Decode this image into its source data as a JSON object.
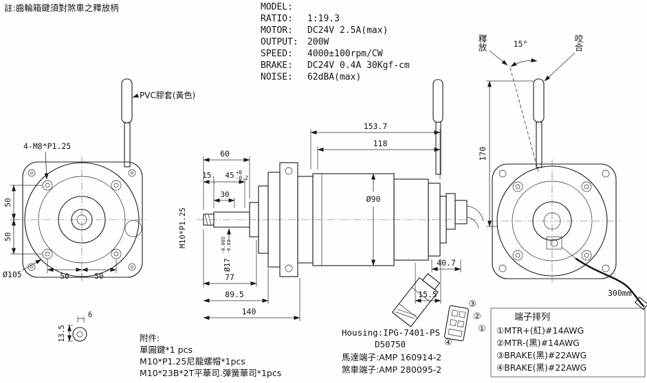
{
  "note": "註:齒輪箱鍵須對煞車之釋放柄",
  "specs": {
    "model_label": "MODEL:",
    "model_value": "",
    "ratio_label": "RATIO:",
    "ratio_value": "1:19.3",
    "motor_label": "MOTOR:",
    "motor_value": "DC24V 2.5A(max)",
    "output_label": "OUTPUT:",
    "output_value": "200W",
    "speed_label": "SPEED:",
    "speed_value": "4000±100rpm/CW",
    "brake_label": "BRAKE:",
    "brake_value": "DC24V 0.4A 30Kgf-cm",
    "noise_label": "NOISE:",
    "noise_value": "62dBA(max)"
  },
  "front_view": {
    "pvc_label": "PVC膠套(黃色)",
    "bolt_label": "4-M8*P1.25",
    "dim_v50a": "50",
    "dim_v50b": "50",
    "dim_h50a": "50",
    "dim_h50b": "50",
    "dia105": "Ø105",
    "key_dim6": "6",
    "key_dim135": "13.5"
  },
  "side_view": {
    "dim_1537": "153.7",
    "dim_118": "118",
    "dim_60": "60",
    "dim_15": "15.",
    "dim_45": "45",
    "dim_45_tol_top": "+0",
    "dim_45_tol_bot": "-0.2",
    "dim_30": "30",
    "dia_90": "Ø90",
    "thread": "M10*P1.25",
    "dia_17": "Ø17",
    "dia17_tol_top": "-0.005",
    "dia17_tol_bot": "-0.02",
    "dim_77": "77",
    "dim_895": "89.5",
    "dim_155": "15.5",
    "dim_140": "140",
    "dim_407": "40.7"
  },
  "rear_view": {
    "release": "釋放",
    "angle": "15°",
    "engage": "咬合",
    "dim_170": "170",
    "cable_len": "300mm"
  },
  "connector": {
    "num1": "①",
    "num2": "②",
    "num3": "③",
    "num4": "④"
  },
  "accessories": {
    "title": "附件:",
    "item1": "單圓鍵*1 pcs",
    "item2": "M10*P1.25尼龍螺帽*1pcs",
    "item3": "M10*23B*2T平華司.彈簧華司*1pcs"
  },
  "housing": {
    "line1": "Housing:IPG-7401-PS",
    "line2": "D50750",
    "motor_terminal": "馬達端子:AMP 160914-2",
    "brake_terminal": "煞車端子:AMP 280095-2"
  },
  "terminal_table": {
    "title": "端子排列",
    "row1": "①MTR+(紅)#14AWG",
    "row2": "②MTR-(黑)#14AWG",
    "row3": "③BRAKE(黑)#22AWG",
    "row4": "④BRAKE(黑)#22AWG"
  }
}
